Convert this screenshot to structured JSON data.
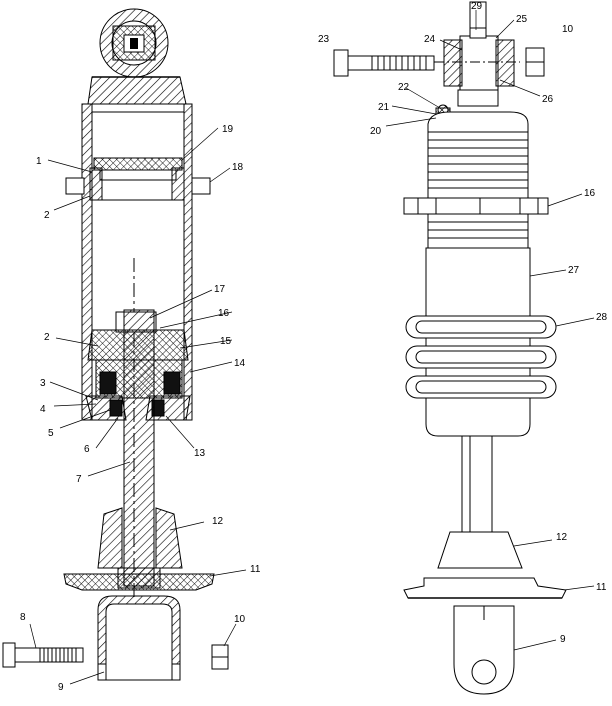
{
  "labels": {
    "left_1": "1",
    "left_2a": "2",
    "left_19": "19",
    "left_18": "18",
    "left_17": "17",
    "left_16": "16",
    "left_2b": "2",
    "left_15": "15",
    "left_14": "14",
    "left_3": "3",
    "left_4": "4",
    "left_5": "5",
    "left_6": "6",
    "left_13": "13",
    "left_7": "7",
    "left_12": "12",
    "left_11": "11",
    "left_8": "8",
    "left_10": "10",
    "left_9": "9",
    "right_29": "29",
    "right_25": "25",
    "right_10": "10",
    "right_23": "23",
    "right_24": "24",
    "right_26a": "26",
    "right_22": "22",
    "right_21": "21",
    "right_20": "20",
    "right_16": "16",
    "right_27": "27",
    "right_28": "28",
    "right_12": "12",
    "right_11": "11",
    "right_9": "9"
  }
}
